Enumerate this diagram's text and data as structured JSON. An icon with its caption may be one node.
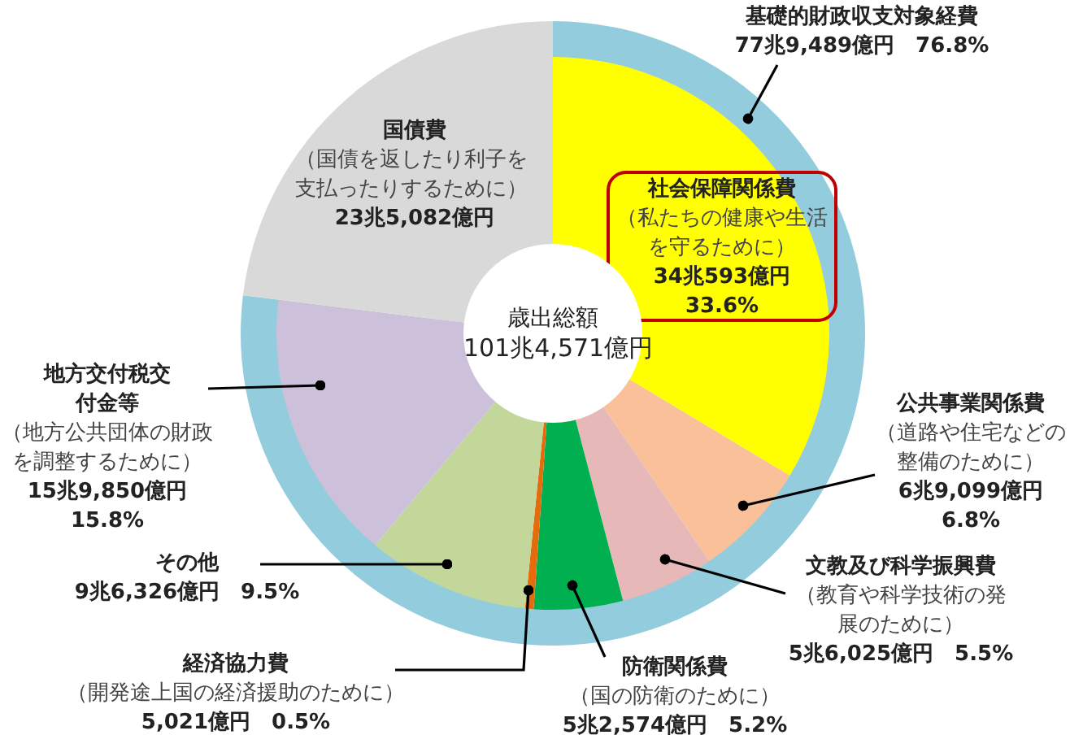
{
  "diagram": {
    "nodes": [
      {
        "text": [
          "基礎的財政収支対象経費",
          "77兆9,489億円　76.8%"
        ]
      },
      {
        "text": [
          "社会保障関係費",
          "（私たちの健康や生活を守るために）",
          "34兆593億円",
          "33.6%"
        ]
      },
      {
        "text": [
          "歳出総額",
          "101兆4,571億円"
        ]
      },
      {
        "text": [
          "地方交付税交付金等",
          "（地方公共団体の財政を調整するために）",
          "15兆9,850億円",
          "15.8%"
        ]
      },
      {
        "text": [
          "公共事業関係費",
          "（道路や住宅などの整備のために）",
          "6兆9,099億円",
          "6.8%"
        ]
      },
      {
        "text": [
          "その他",
          "9兆6,326億円　9.5%"
        ]
      },
      {
        "text": [
          "文教及び科学振興費",
          "（教育や科学技術の発展のために）",
          "5兆6,025億円　5.5%"
        ]
      },
      {
        "text": [
          "経済協力費",
          "（開発途上国の経済援助のために）",
          "5,021億円　0.5%"
        ]
      },
      {
        "text": [
          "防衛関係費",
          "（国の防衛のために）",
          "5兆2,574億円　5.2%"
        ]
      }
    ],
    "edges": [
      {
        "from": 0,
        "to": null,
        "arrow": "other"
      },
      {
        "from": 3,
        "to": null,
        "arrow": "other"
      },
      {
        "from": 4,
        "to": null,
        "arrow": "other"
      },
      {
        "from": 5,
        "to": null,
        "arrow": "other"
      },
      {
        "from": 6,
        "to": null,
        "arrow": "other"
      },
      {
        "from": 7,
        "to": null,
        "arrow": "other"
      },
      {
        "from": 8,
        "to": null,
        "arrow": "other"
      }
    ],
    "labels": [
      "国債費",
      "（国債を返したり利子を支払ったりするために）",
      "23兆5,082億円"
    ]
  }
}
